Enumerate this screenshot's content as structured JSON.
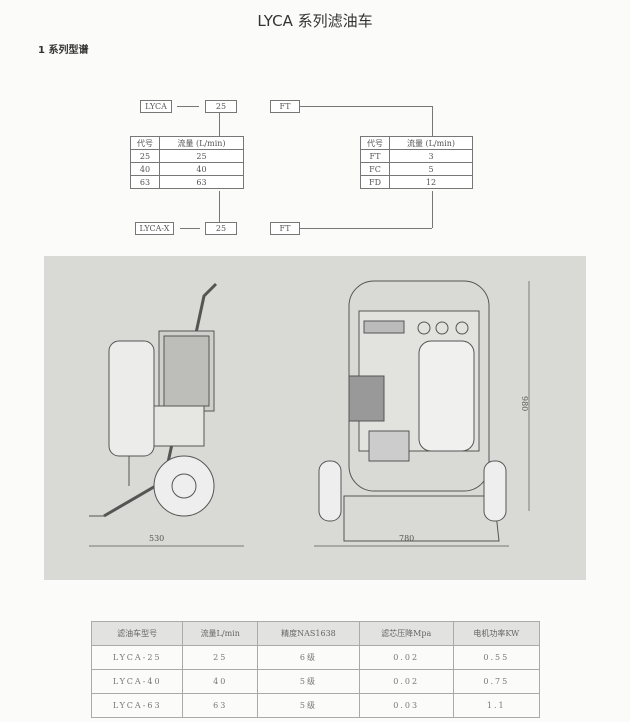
{
  "title": "LYCA 系列滤油车",
  "section": "1  系列型谱",
  "diagram": {
    "top": {
      "model": "LYCA",
      "flow": "25",
      "filter": "FT"
    },
    "bottom": {
      "model": "LYCA-X",
      "flow": "25",
      "filter": "FT"
    },
    "flow_table": {
      "headers": [
        "代号",
        "流量 (L/min)"
      ],
      "rows": [
        [
          "25",
          "25"
        ],
        [
          "40",
          "40"
        ],
        [
          "63",
          "63"
        ]
      ]
    },
    "filter_table": {
      "headers": [
        "代号",
        "流量 (L/min)"
      ],
      "rows": [
        [
          "FT",
          "3"
        ],
        [
          "FC",
          "5"
        ],
        [
          "FD",
          "12"
        ]
      ]
    }
  },
  "drawing": {
    "side_width": "530",
    "front_width": "780",
    "height": "980"
  },
  "spec_table": {
    "headers": [
      "滤油车型号",
      "流量L/min",
      "精度NAS1638",
      "滤芯压降Mpa",
      "电机功率KW"
    ],
    "rows": [
      [
        "LYCA-25",
        "25",
        "6级",
        "0.02",
        "0.55"
      ],
      [
        "LYCA-40",
        "40",
        "5级",
        "0.02",
        "0.75"
      ],
      [
        "LYCA-63",
        "63",
        "5级",
        "0.03",
        "1.1"
      ]
    ]
  }
}
